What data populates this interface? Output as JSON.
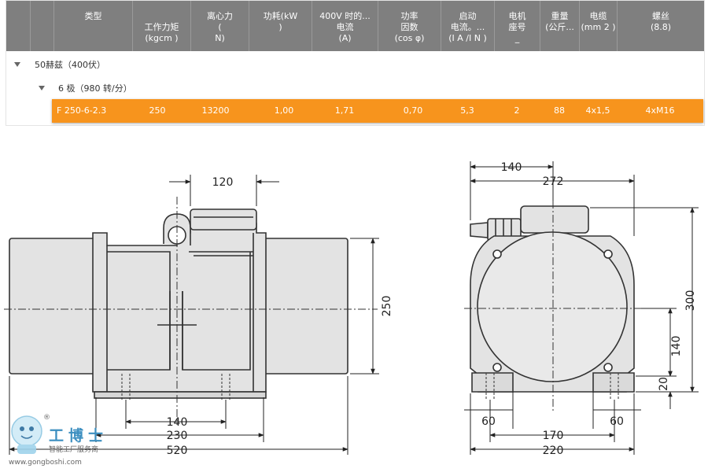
{
  "table": {
    "headers": [
      "类型",
      "工作力矩\n(kgcm )",
      "离心力\n(\nN)",
      "功耗(kW\n)",
      "400V 时的...\n电流\n(A)",
      "功率\n因数\n(cos φ)",
      "启动\n电流。...\n(I A /I N )",
      "电机\n座号\n_",
      "重量\n(公斤...",
      "电缆\n(mm 2 )",
      "螺丝\n(8.8)"
    ],
    "group_label": "50赫兹（400伏）",
    "subgroup_label": "6 极（980 转/分）",
    "row": [
      "F 250-6-2.3",
      "250",
      "13200",
      "1,00",
      "1,71",
      "0,70",
      "5,3",
      "2",
      "88",
      "4x1,5",
      "4xM16"
    ],
    "accent_color": "#f7941d",
    "header_color": "#7f7f7f"
  },
  "drawing": {
    "side_view": {
      "dim_top": "120",
      "dim_height": "250",
      "dim_bottom_1": "140",
      "dim_bottom_2": "230",
      "dim_bottom_3": "520"
    },
    "front_view": {
      "dim_top_1": "140",
      "dim_top_2": "272",
      "dim_right_1": "300",
      "dim_right_2": "140",
      "dim_right_3": "20",
      "dim_bottom_left": "60",
      "dim_bottom_right": "60",
      "dim_bottom_1": "170",
      "dim_bottom_2": "220"
    }
  },
  "watermark": {
    "title": "工博士",
    "subtitle": "智能工厂服务商",
    "url": "www.gongboshi.com",
    "registered": "®"
  }
}
